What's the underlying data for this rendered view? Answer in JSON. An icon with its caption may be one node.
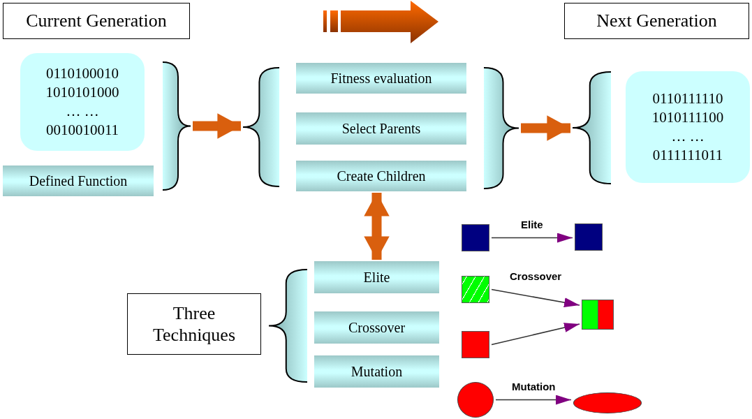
{
  "diagram": {
    "nodes": [
      {
        "text": [
          "Current Generation"
        ]
      },
      {
        "text": [
          "0110100010",
          "1010101000",
          "… …",
          "0010010011"
        ]
      },
      {
        "text": [
          "Defined Function"
        ]
      },
      {
        "text": [
          "Fitness evaluation"
        ]
      },
      {
        "text": [
          "Select Parents"
        ]
      },
      {
        "text": [
          "Create Children"
        ]
      },
      {
        "text": [
          "Next Generation"
        ]
      },
      {
        "text": [
          "0110111110",
          "1010111100",
          "… …",
          "0111111011"
        ]
      },
      {
        "text": [
          "Three Techniques"
        ]
      },
      {
        "text": [
          "Elite"
        ]
      },
      {
        "text": [
          "Crossover"
        ]
      },
      {
        "text": [
          "Mutation"
        ]
      },
      {
        "text": [],
        "shape": "box"
      },
      {
        "text": [],
        "shape": "box"
      },
      {
        "text": [],
        "shape": "box"
      },
      {
        "text": [],
        "shape": "box"
      },
      {
        "text": [],
        "shape": "box"
      },
      {
        "text": [],
        "shape": "circle"
      },
      {
        "text": [],
        "shape": "ellipse"
      },
      {
        "text": [],
        "shape": "brace"
      },
      {
        "text": [],
        "shape": "brace"
      },
      {
        "text": [],
        "shape": "brace"
      },
      {
        "text": [],
        "shape": "brace"
      },
      {
        "text": [],
        "shape": "brace"
      }
    ],
    "edges": [
      {
        "from": 19,
        "to": 20,
        "arrow": "to",
        "style": "thick",
        "color": "#d95f0e"
      },
      {
        "from": 21,
        "to": 22,
        "arrow": "to",
        "style": "thick",
        "color": "#d95f0e"
      },
      {
        "from": 5,
        "to": 9,
        "arrow": "both",
        "style": "thick",
        "color": "#d95f0e"
      },
      {
        "from": 12,
        "to": 13,
        "arrow": "to",
        "label": "Elite"
      },
      {
        "from": 14,
        "to": 16,
        "arrow": "to",
        "label": "Crossover"
      },
      {
        "from": 15,
        "to": 16,
        "arrow": "to"
      },
      {
        "from": 17,
        "to": 18,
        "arrow": "to",
        "label": "Mutation"
      }
    ]
  }
}
